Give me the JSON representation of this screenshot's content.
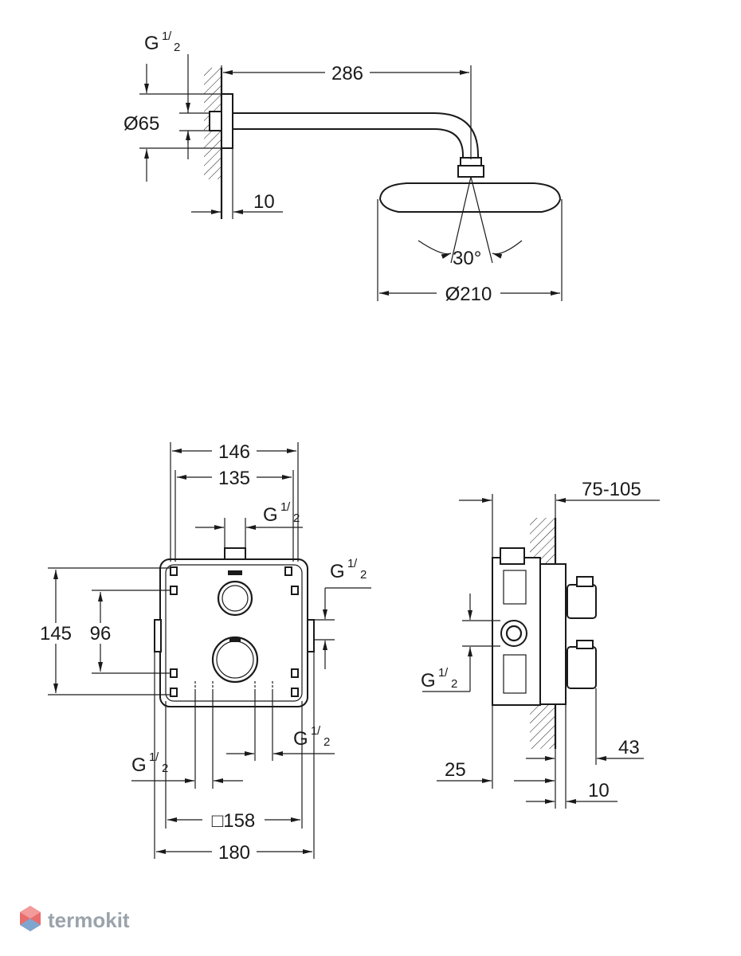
{
  "shower_head_view": {
    "arm_length": "286",
    "flange_diameter": "Ø65",
    "thread": {
      "main": "G",
      "num": "1",
      "den": "2"
    },
    "wall_offset": "10",
    "tilt_angle": "30°",
    "head_diameter": "Ø210"
  },
  "front_view": {
    "width_outer": "146",
    "width_inner": "135",
    "height_outer": "145",
    "height_inner": "96",
    "plaster_guard": "□158",
    "total_width": "180",
    "thread_top": {
      "main": "G",
      "num": "1",
      "den": "2"
    },
    "thread_right": {
      "main": "G",
      "num": "1",
      "den": "2"
    },
    "thread_bottom_left": {
      "main": "G",
      "num": "1",
      "den": "2"
    },
    "thread_bottom_right": {
      "main": "G",
      "num": "1",
      "den": "2"
    }
  },
  "side_view": {
    "wall_range": "75-105",
    "depth_back": "25",
    "handle_depth": "43",
    "plate_thickness": "10",
    "thread": {
      "main": "G",
      "num": "1",
      "den": "2"
    }
  },
  "watermark": {
    "brand": "termokit",
    "color": "#9aa3ab"
  }
}
